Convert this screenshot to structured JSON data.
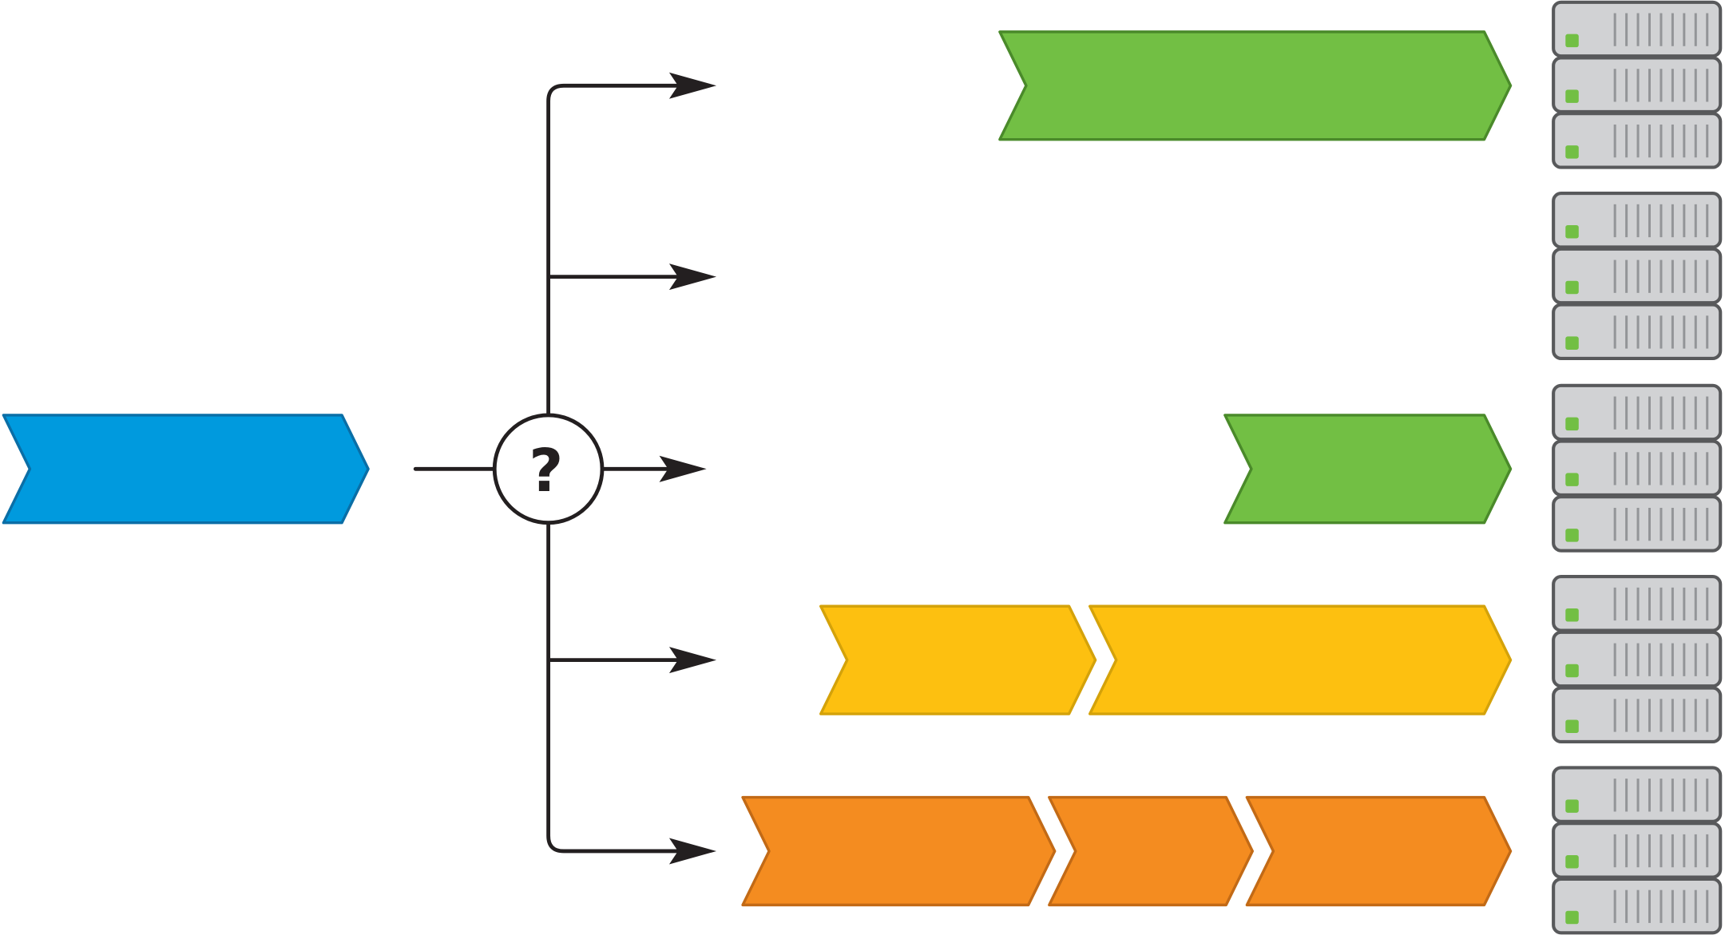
{
  "decision": {
    "symbol": "?"
  },
  "colors": {
    "input_fill": "#009ADE",
    "input_stroke": "#0A6EA6",
    "green_fill": "#72BF44",
    "green_stroke": "#4A8A2A",
    "yellow_fill": "#FDC010",
    "yellow_stroke": "#D4A20A",
    "orange_fill": "#F48C20",
    "orange_stroke": "#C26A16",
    "line": "#231F20",
    "server_fill": "#D1D2D4",
    "server_stroke": "#58595B",
    "server_slot": "#939598",
    "server_led": "#72BF44"
  },
  "routes": [
    {
      "stages": 1,
      "color": "green",
      "icon": "server-stack-icon"
    },
    {
      "stages": 0,
      "color": "none",
      "icon": "server-stack-icon"
    },
    {
      "stages": 1,
      "color": "green",
      "icon": "server-stack-icon"
    },
    {
      "stages": 2,
      "color": "yellow",
      "icon": "server-stack-icon"
    },
    {
      "stages": 3,
      "color": "orange",
      "icon": "server-stack-icon"
    }
  ]
}
